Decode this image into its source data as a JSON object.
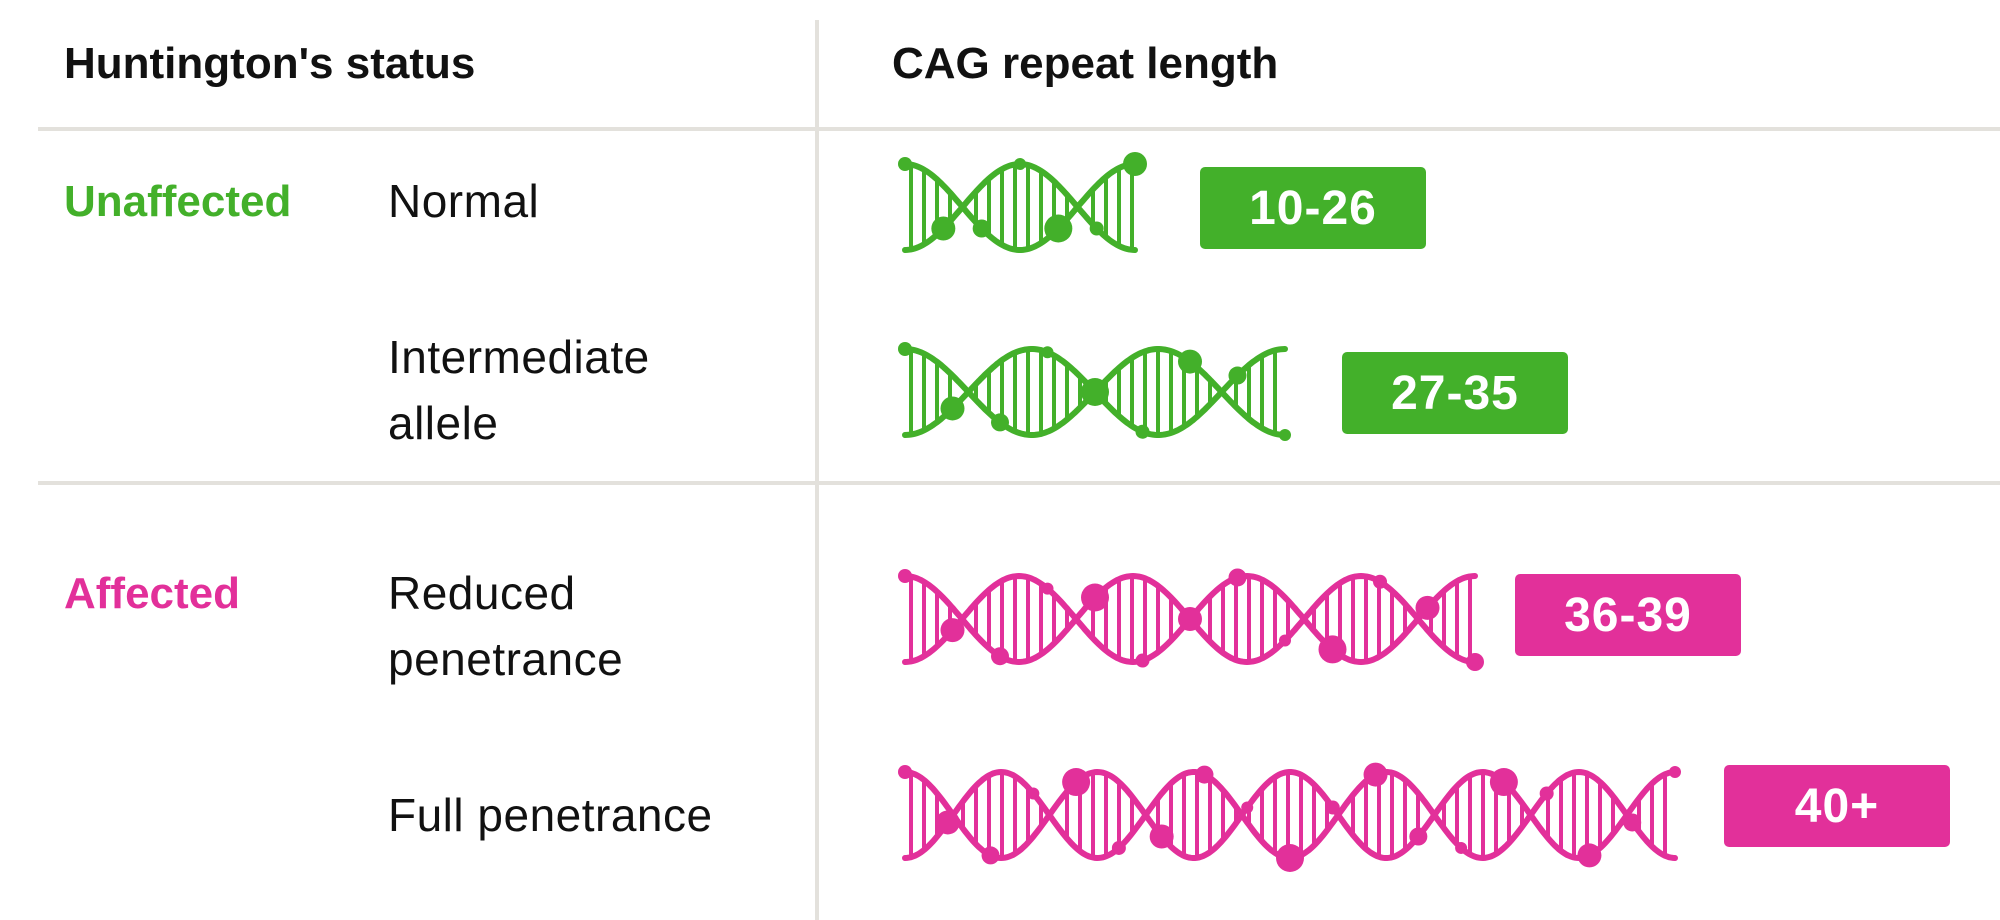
{
  "colors": {
    "unaffected": "#43b02a",
    "affected": "#e2309a",
    "rule": "#e3e1dc",
    "text": "#111111"
  },
  "headers": {
    "status": "Huntington's status",
    "cag": "CAG repeat length"
  },
  "groups": {
    "unaffected": {
      "label": "Unaffected"
    },
    "affected": {
      "label": "Affected"
    }
  },
  "rows": [
    {
      "group": "unaffected",
      "status_lines": [
        "Normal"
      ],
      "range": "10-26",
      "turns": 1,
      "icon": "dna-helix-icon"
    },
    {
      "group": "unaffected",
      "status_lines": [
        "Intermediate",
        "allele"
      ],
      "range": "27-35",
      "turns": 1.5,
      "icon": "dna-helix-icon"
    },
    {
      "group": "affected",
      "status_lines": [
        "Reduced",
        "penetrance"
      ],
      "range": "36-39",
      "turns": 2.5,
      "icon": "dna-helix-icon"
    },
    {
      "group": "affected",
      "status_lines": [
        "Full penetrance"
      ],
      "range": "40+",
      "turns": 4,
      "icon": "dna-helix-icon"
    }
  ]
}
